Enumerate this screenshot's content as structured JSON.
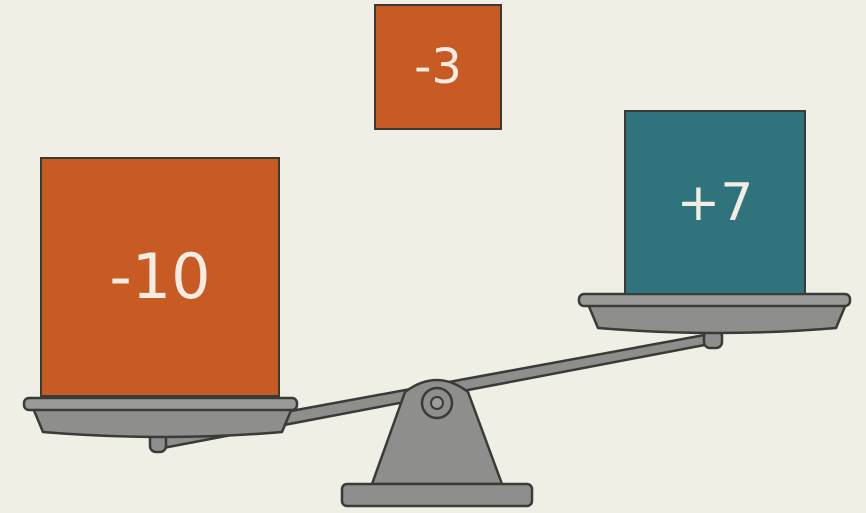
{
  "blocks": {
    "result": {
      "label": "-3"
    },
    "left": {
      "label": "-10"
    },
    "right": {
      "label": "+7"
    }
  },
  "colors": {
    "background": "#efefe6",
    "negative": "#c85a24",
    "positive": "#2f737d",
    "metal": "#8e8f8c",
    "outline": "#3a3a36"
  },
  "icons": {
    "balance": "balance-scale-icon"
  }
}
